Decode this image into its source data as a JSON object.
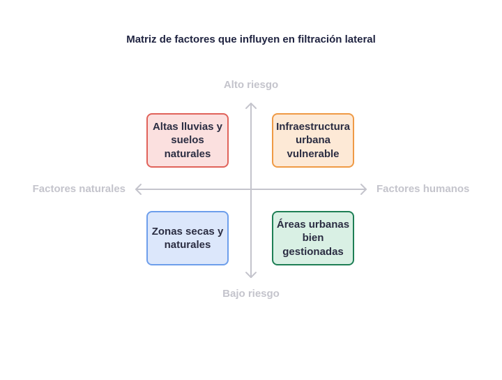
{
  "title": "Matriz de factores que influyen en filtración lateral",
  "axes": {
    "top": "Alto riesgo",
    "bottom": "Bajo riesgo",
    "left": "Factores naturales",
    "right": "Factores humanos",
    "color": "#c4c4cc"
  },
  "quadrants": [
    {
      "text": "Altas lluvias y suelos naturales",
      "fill": "#fbe0df",
      "border": "#e0625a"
    },
    {
      "text": "Infraestructura urbana vulnerable",
      "fill": "#fde9d6",
      "border": "#ef9a45"
    },
    {
      "text": "Zonas secas y naturales",
      "fill": "#dce7fb",
      "border": "#6d9eeb"
    },
    {
      "text": "Áreas urbanas bien gestionadas",
      "fill": "#d9f0e4",
      "border": "#1e7f55"
    }
  ]
}
